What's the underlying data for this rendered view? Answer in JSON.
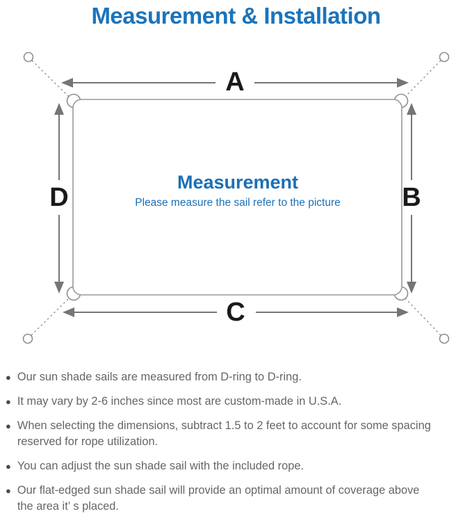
{
  "title": "Measurement & Installation",
  "diagram": {
    "labels": {
      "top": "A",
      "right": "B",
      "bottom": "C",
      "left": "D"
    },
    "center": {
      "heading": "Measurement",
      "subheading": "Please measure the sail refer to the picture"
    },
    "colors": {
      "accent_blue": "#1b6fb6",
      "line_gray": "#7a7a7a",
      "outline_gray": "#8f8f8f",
      "label_black": "#1a1a1a"
    }
  },
  "notes": {
    "bullet_glyph": "●",
    "items": [
      "Our sun shade sails are measured from D-ring to D-ring.",
      "It may vary by 2-6 inches since most are custom-made in U.S.A.",
      "When selecting the dimensions, subtract 1.5 to 2 feet to account for some spacing\nreserved for rope utilization.",
      "You can adjust the sun shade sail with the included rope.",
      "Our flat-edged sun shade sail will provide an optimal amount of coverage above\nthe area it’ s placed."
    ]
  }
}
